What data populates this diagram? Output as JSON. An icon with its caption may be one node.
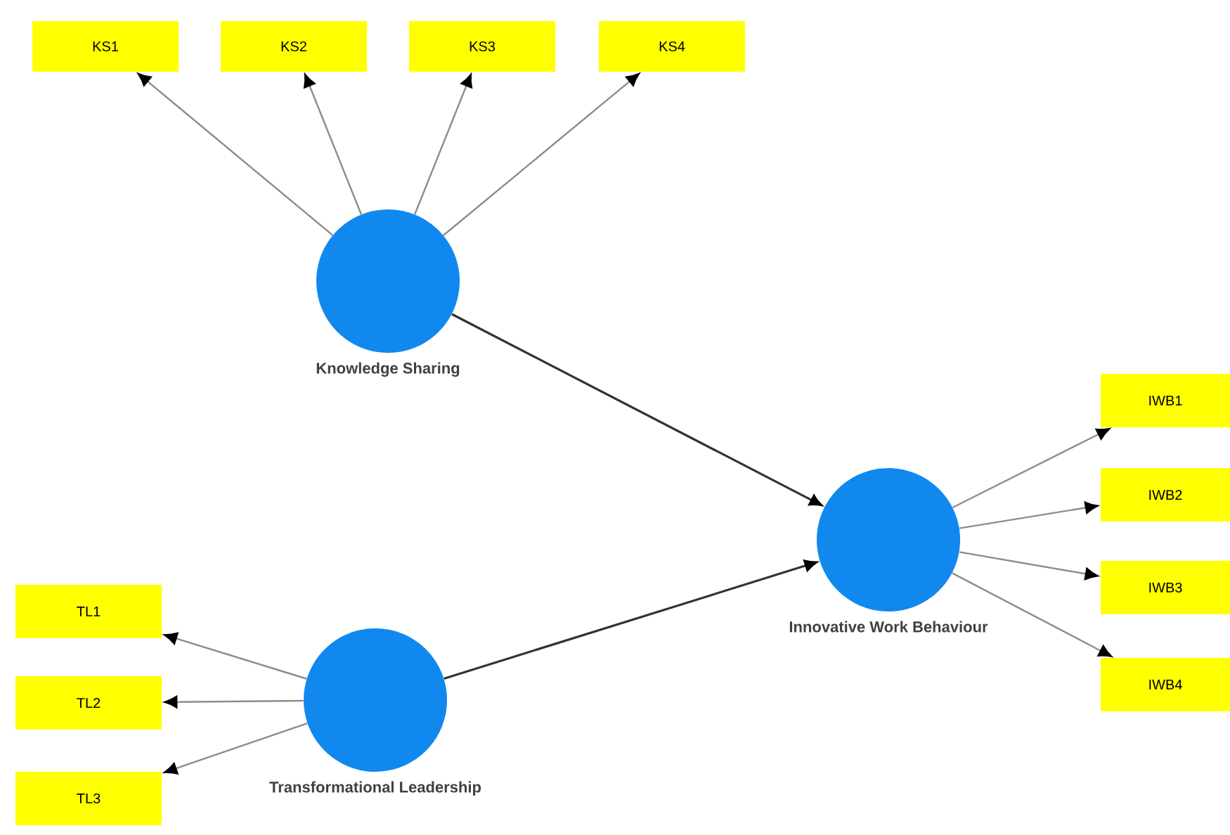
{
  "diagram": {
    "nodes": [
      {
        "text": [
          "KS1"
        ]
      },
      {
        "text": [
          "KS2"
        ]
      },
      {
        "text": [
          "KS3"
        ]
      },
      {
        "text": [
          "KS4"
        ]
      },
      {
        "text": [
          "Knowledge Sharing"
        ]
      },
      {
        "text": [
          "Innovative Work Behaviour"
        ]
      },
      {
        "text": [
          "IWB1"
        ]
      },
      {
        "text": [
          "IWB2"
        ]
      },
      {
        "text": [
          "IWB3"
        ]
      },
      {
        "text": [
          "IWB4"
        ]
      },
      {
        "text": [
          "TL1"
        ]
      },
      {
        "text": [
          "TL2"
        ]
      },
      {
        "text": [
          "TL3"
        ]
      },
      {
        "text": [
          "Transformational Leadership"
        ]
      }
    ],
    "edges": [
      {
        "from": 4,
        "to": 0,
        "arrow": "to"
      },
      {
        "from": 4,
        "to": 1,
        "arrow": "to"
      },
      {
        "from": 4,
        "to": 2,
        "arrow": "to"
      },
      {
        "from": 4,
        "to": 3,
        "arrow": "to"
      },
      {
        "from": 4,
        "to": 5,
        "arrow": "to",
        "color": "#333333"
      },
      {
        "from": 13,
        "to": 5,
        "arrow": "to",
        "color": "#333333"
      },
      {
        "from": 5,
        "to": 6,
        "arrow": "to"
      },
      {
        "from": 5,
        "to": 7,
        "arrow": "to"
      },
      {
        "from": 5,
        "to": 8,
        "arrow": "to"
      },
      {
        "from": 5,
        "to": 9,
        "arrow": "to"
      },
      {
        "from": 13,
        "to": 10,
        "arrow": "to"
      },
      {
        "from": 13,
        "to": 11,
        "arrow": "to"
      },
      {
        "from": 13,
        "to": 12,
        "arrow": "to"
      }
    ]
  }
}
